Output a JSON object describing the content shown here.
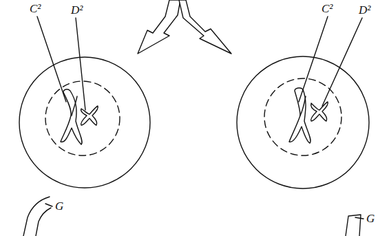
{
  "diagram": {
    "labels": [
      "C²",
      "D²",
      "C²",
      "D²",
      "G",
      "G"
    ]
  }
}
